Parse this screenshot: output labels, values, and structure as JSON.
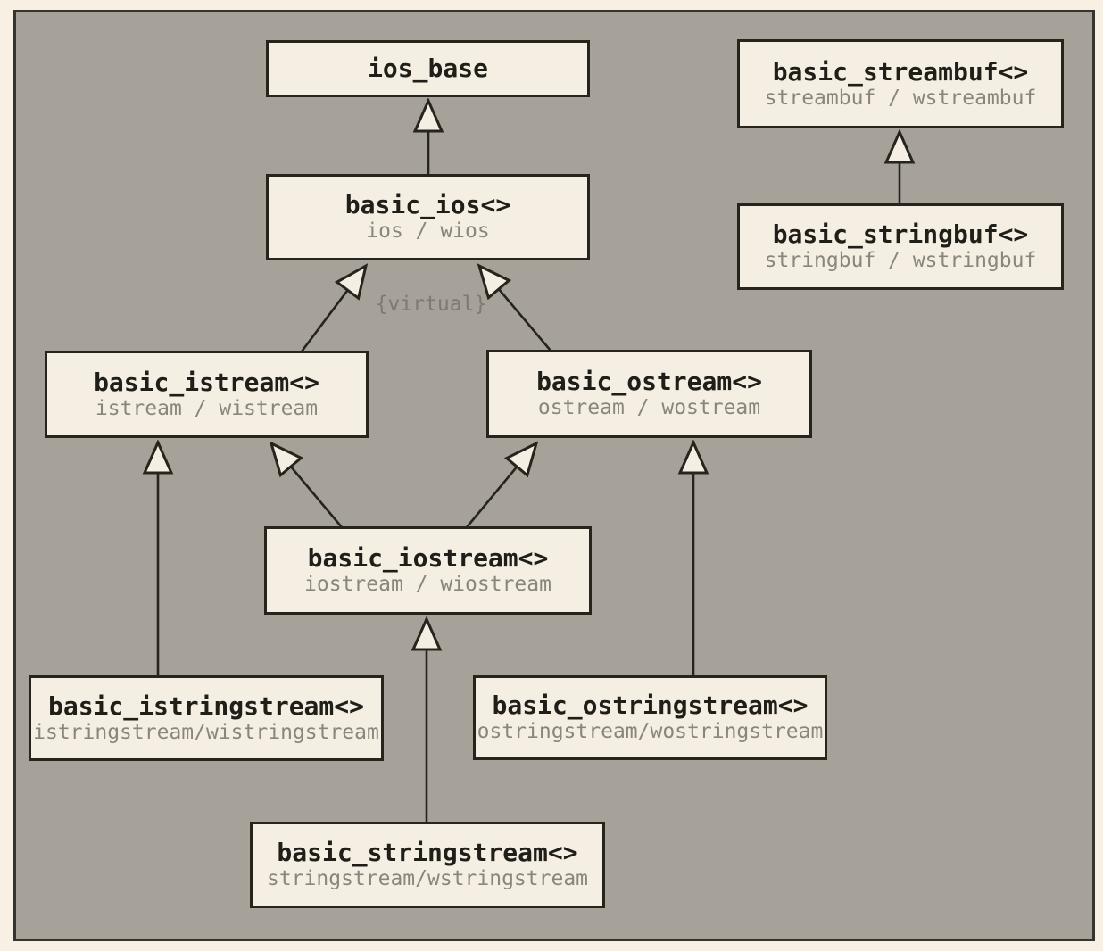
{
  "diagram_type": "uml-class-inheritance",
  "nodes": {
    "ios_base": {
      "name": "ios_base",
      "typedefs": ""
    },
    "basic_ios": {
      "name": "basic_ios<>",
      "typedefs": "ios / wios"
    },
    "basic_streambuf": {
      "name": "basic_streambuf<>",
      "typedefs": "streambuf / wstreambuf"
    },
    "basic_stringbuf": {
      "name": "basic_stringbuf<>",
      "typedefs": "stringbuf / wstringbuf"
    },
    "basic_istream": {
      "name": "basic_istream<>",
      "typedefs": "istream / wistream"
    },
    "basic_ostream": {
      "name": "basic_ostream<>",
      "typedefs": "ostream / wostream"
    },
    "basic_iostream": {
      "name": "basic_iostream<>",
      "typedefs": "iostream / wiostream"
    },
    "basic_istringstream": {
      "name": "basic_istringstream<>",
      "typedefs": "istringstream/wistringstream"
    },
    "basic_ostringstream": {
      "name": "basic_ostringstream<>",
      "typedefs": "ostringstream/wostringstream"
    },
    "basic_stringstream": {
      "name": "basic_stringstream<>",
      "typedefs": "stringstream/wstringstream"
    }
  },
  "annotations": {
    "virtual_label": "{virtual}"
  },
  "edges": [
    {
      "from": "basic_ios",
      "to": "ios_base",
      "virtual": false
    },
    {
      "from": "basic_istream",
      "to": "basic_ios",
      "virtual": true
    },
    {
      "from": "basic_ostream",
      "to": "basic_ios",
      "virtual": true
    },
    {
      "from": "basic_iostream",
      "to": "basic_istream",
      "virtual": false
    },
    {
      "from": "basic_iostream",
      "to": "basic_ostream",
      "virtual": false
    },
    {
      "from": "basic_istringstream",
      "to": "basic_istream",
      "virtual": false
    },
    {
      "from": "basic_ostringstream",
      "to": "basic_ostream",
      "virtual": false
    },
    {
      "from": "basic_stringstream",
      "to": "basic_iostream",
      "virtual": false
    },
    {
      "from": "basic_stringbuf",
      "to": "basic_streambuf",
      "virtual": false
    }
  ],
  "colors": {
    "page_background": "#f8f1e3",
    "panel_background": "#a6a29a",
    "box_fill": "#f4efe2",
    "line_and_border": "#26241d",
    "class_name_text": "#1f1e19",
    "typedef_text": "#8a867e"
  }
}
